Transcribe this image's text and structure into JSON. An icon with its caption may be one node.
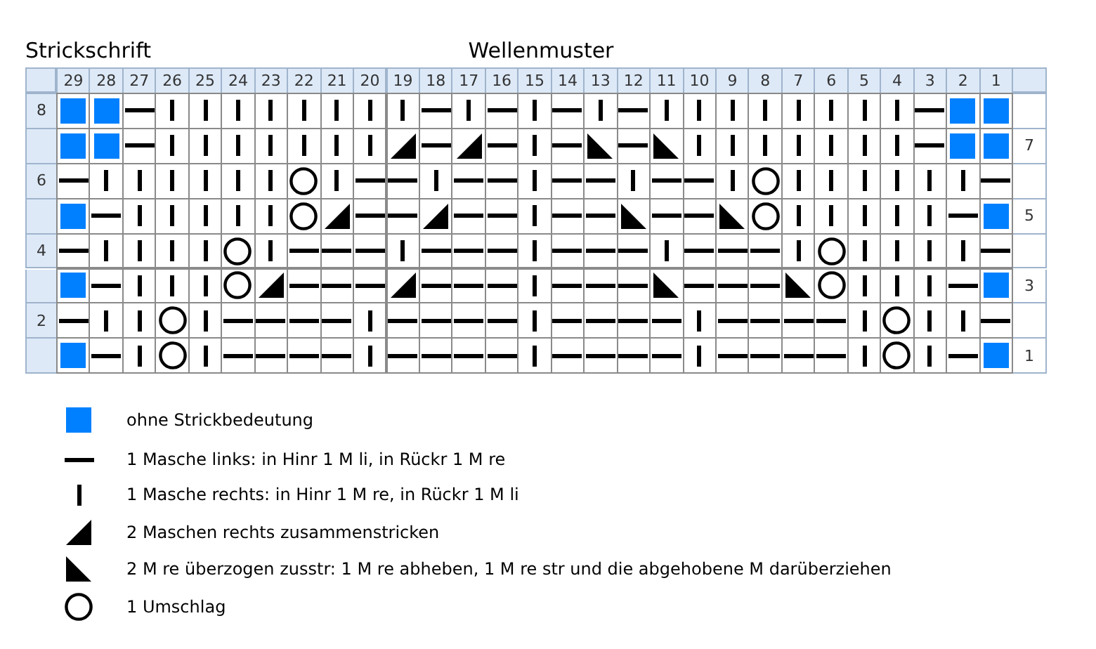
{
  "diagram": {
    "title": "Wellenmuster",
    "labels": [
      "Strickschrift",
      "29",
      "28",
      "27",
      "26",
      "25",
      "24",
      "23",
      "22",
      "21",
      "20",
      "19",
      "18",
      "17",
      "16",
      "15",
      "14",
      "13",
      "12",
      "11",
      "10",
      "9",
      "8",
      "7",
      "6",
      "5",
      "4",
      "3",
      "2",
      "1",
      "8",
      "7",
      "6",
      "5",
      "4",
      "3",
      "2",
      "1"
    ],
    "legend": [
      {
        "text": "ohne Strickbedeutung",
        "color": "#0080ff"
      },
      {
        "text": "1 Masche links: in Hinr 1 M li, in Rückr 1 M re"
      },
      {
        "text": "1 Masche rechts: in Hinr 1 M re, in Rückr 1 M li"
      },
      {
        "text": "2 Maschen rechts zusammenstricken"
      },
      {
        "text": "2 M re überzogen zusstr: 1 M re abheben, 1 M re str und die abgehobene M darüberziehen"
      },
      {
        "text": "1 Umschlag"
      }
    ]
  }
}
